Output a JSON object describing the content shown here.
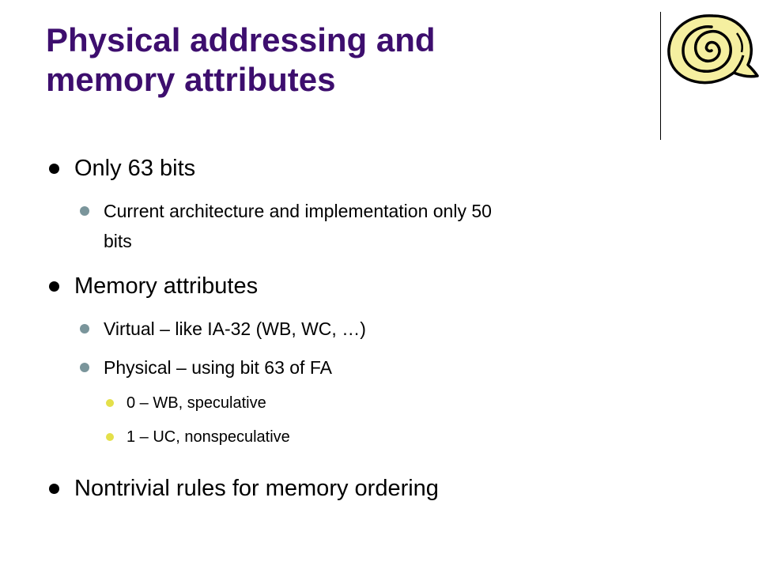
{
  "slide": {
    "title_line1": "Physical addressing and",
    "title_line2": "memory attributes"
  },
  "bullets": {
    "b1": "Only 63 bits",
    "b1_sub1_line1": "Current architecture and implementation only 50",
    "b1_sub1_line2": "bits",
    "b2": "Memory attributes",
    "b2_sub1": "Virtual – like IA-32 (WB, WC, …)",
    "b2_sub2": "Physical – using bit 63 of FA",
    "b2_sub2_sub1": "0 – WB, speculative",
    "b2_sub2_sub2": "1 – UC, nonspeculative",
    "b3": "Nontrivial rules for memory ordering"
  },
  "colors": {
    "title": "#3d0e6e",
    "bullet_level1": "#000000",
    "bullet_level2": "#7a959b",
    "bullet_level3": "#e4e04a",
    "logo_fill": "#f5efa0"
  },
  "icons": {
    "logo": "scroll-logo-icon"
  }
}
